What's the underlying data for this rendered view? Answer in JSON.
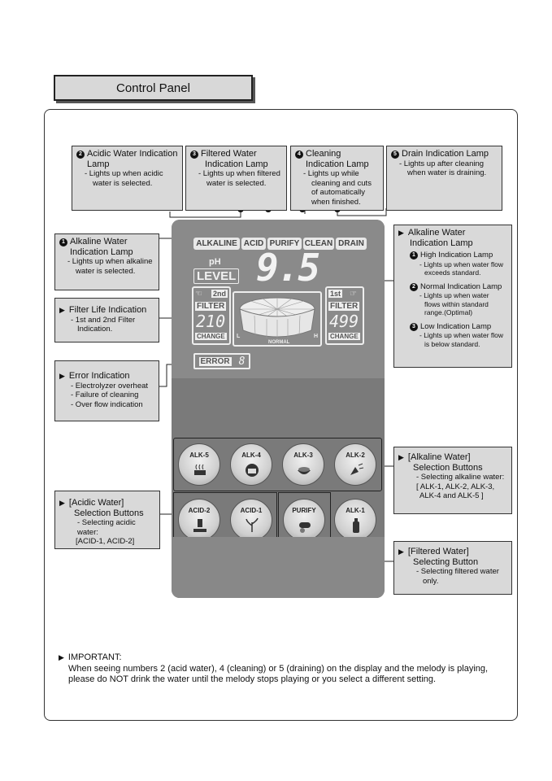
{
  "page_title": "Control Panel",
  "callouts": {
    "acidic_lamp": {
      "num": "2",
      "head_l1": "Acidic Water Indication",
      "head_l2": "Lamp",
      "desc_l1": "- Lights up when acidic",
      "desc_l2": "water is selected."
    },
    "filtered_lamp": {
      "num": "3",
      "head_l1": "Filtered Water",
      "head_l2": "Indication Lamp",
      "desc_l1": "- Lights up when filtered",
      "desc_l2": "water is selected."
    },
    "cleaning_lamp": {
      "num": "4",
      "head_l1": "Cleaning",
      "head_l2": "Indication Lamp",
      "desc_l1": "- Lights up while",
      "desc_l2": "cleaning and cuts",
      "desc_l3": "of automatically",
      "desc_l4": "when finished."
    },
    "drain_lamp": {
      "num": "5",
      "head_l1": "Drain Indication Lamp",
      "desc_l1": "- Lights up after cleaning",
      "desc_l2": "when water is draining."
    },
    "alkaline_lamp": {
      "num": "1",
      "head_l1": "Alkaline Water",
      "head_l2": "Indication Lamp",
      "desc_l1": "- Lights up when alkaline",
      "desc_l2": "water is selected."
    },
    "filter_life": {
      "head_l1": "Filter Life Indication",
      "desc_l1": "- 1st and 2nd Filter",
      "desc_l2": "Indication."
    },
    "error": {
      "head_l1": "Error Indication",
      "desc_l1": "- Electrolyzer overheat",
      "desc_l2": "- Failure of cleaning",
      "desc_l3": "- Over flow indication"
    },
    "alkaline_level": {
      "head_l1": "Alkaline Water",
      "head_l2": "Indication Lamp",
      "high_num": "1",
      "high_head": "High Indication Lamp",
      "high_d1": "- Lights up when water flow",
      "high_d2": "exceeds standard.",
      "normal_num": "2",
      "normal_head": "Normal Indication Lamp",
      "normal_d1": "- Lights up when water",
      "normal_d2": "flows within standard",
      "normal_d3": "range.(Optimal)",
      "low_num": "3",
      "low_head": "Low Indication Lamp",
      "low_d1": "- Lights up when water flow",
      "low_d2": "is below standard."
    },
    "alkaline_buttons": {
      "head_l1": "[Alkaline Water]",
      "head_l2": "Selection Buttons",
      "desc_l1": "- Selecting alkaline water:",
      "desc_l2": "[ ALK-1, ALK-2, ALK-3,",
      "desc_l3": "ALK-4 and ALK-5 ]"
    },
    "acidic_buttons": {
      "head_l1": "[Acidic Water]",
      "head_l2": "Selection Buttons",
      "desc_l1": "- Selecting acidic water:",
      "desc_l2": "[ACID-1, ACID-2]"
    },
    "filtered_button": {
      "head_l1": "[Filtered Water]",
      "head_l2": "Selecting Button",
      "desc_l1": "- Selecting filtered water",
      "desc_l2": "only."
    }
  },
  "display": {
    "modes": [
      "ALKALINE",
      "ACID",
      "PURIFY",
      "CLEAN",
      "DRAIN"
    ],
    "ph_label": "pH",
    "level_label": "LEVEL",
    "ph_value": "9.5",
    "filter2": {
      "tag": "2nd",
      "label": "FILTER",
      "value": "210",
      "change": "CHANGE"
    },
    "filter1": {
      "tag": "1st",
      "label": "FILTER",
      "value": "499",
      "change": "CHANGE"
    },
    "gauge_low": "L",
    "gauge_high": "H",
    "gauge_normal": "NORMAL",
    "error_label": "ERROR",
    "error_value": "8"
  },
  "buttons": {
    "alk5": "ALK-5",
    "alk4": "ALK-4",
    "alk3": "ALK-3",
    "alk2": "ALK-2",
    "acid2": "ACID-2",
    "acid1": "ACID-1",
    "purify": "PURIFY",
    "alk1": "ALK-1"
  },
  "important": {
    "title": "IMPORTANT:",
    "line1": "When seeing numbers 2 (acid water), 4 (cleaning) or 5 (draining) on the display and the melody is playing,",
    "line2": "please do NOT drink the water until the melody stops playing or you select a different setting."
  },
  "colors": {
    "panel": "#7a7a7a",
    "callout_bg": "#d9d9d9",
    "title_bg": "#d8d8d8"
  }
}
